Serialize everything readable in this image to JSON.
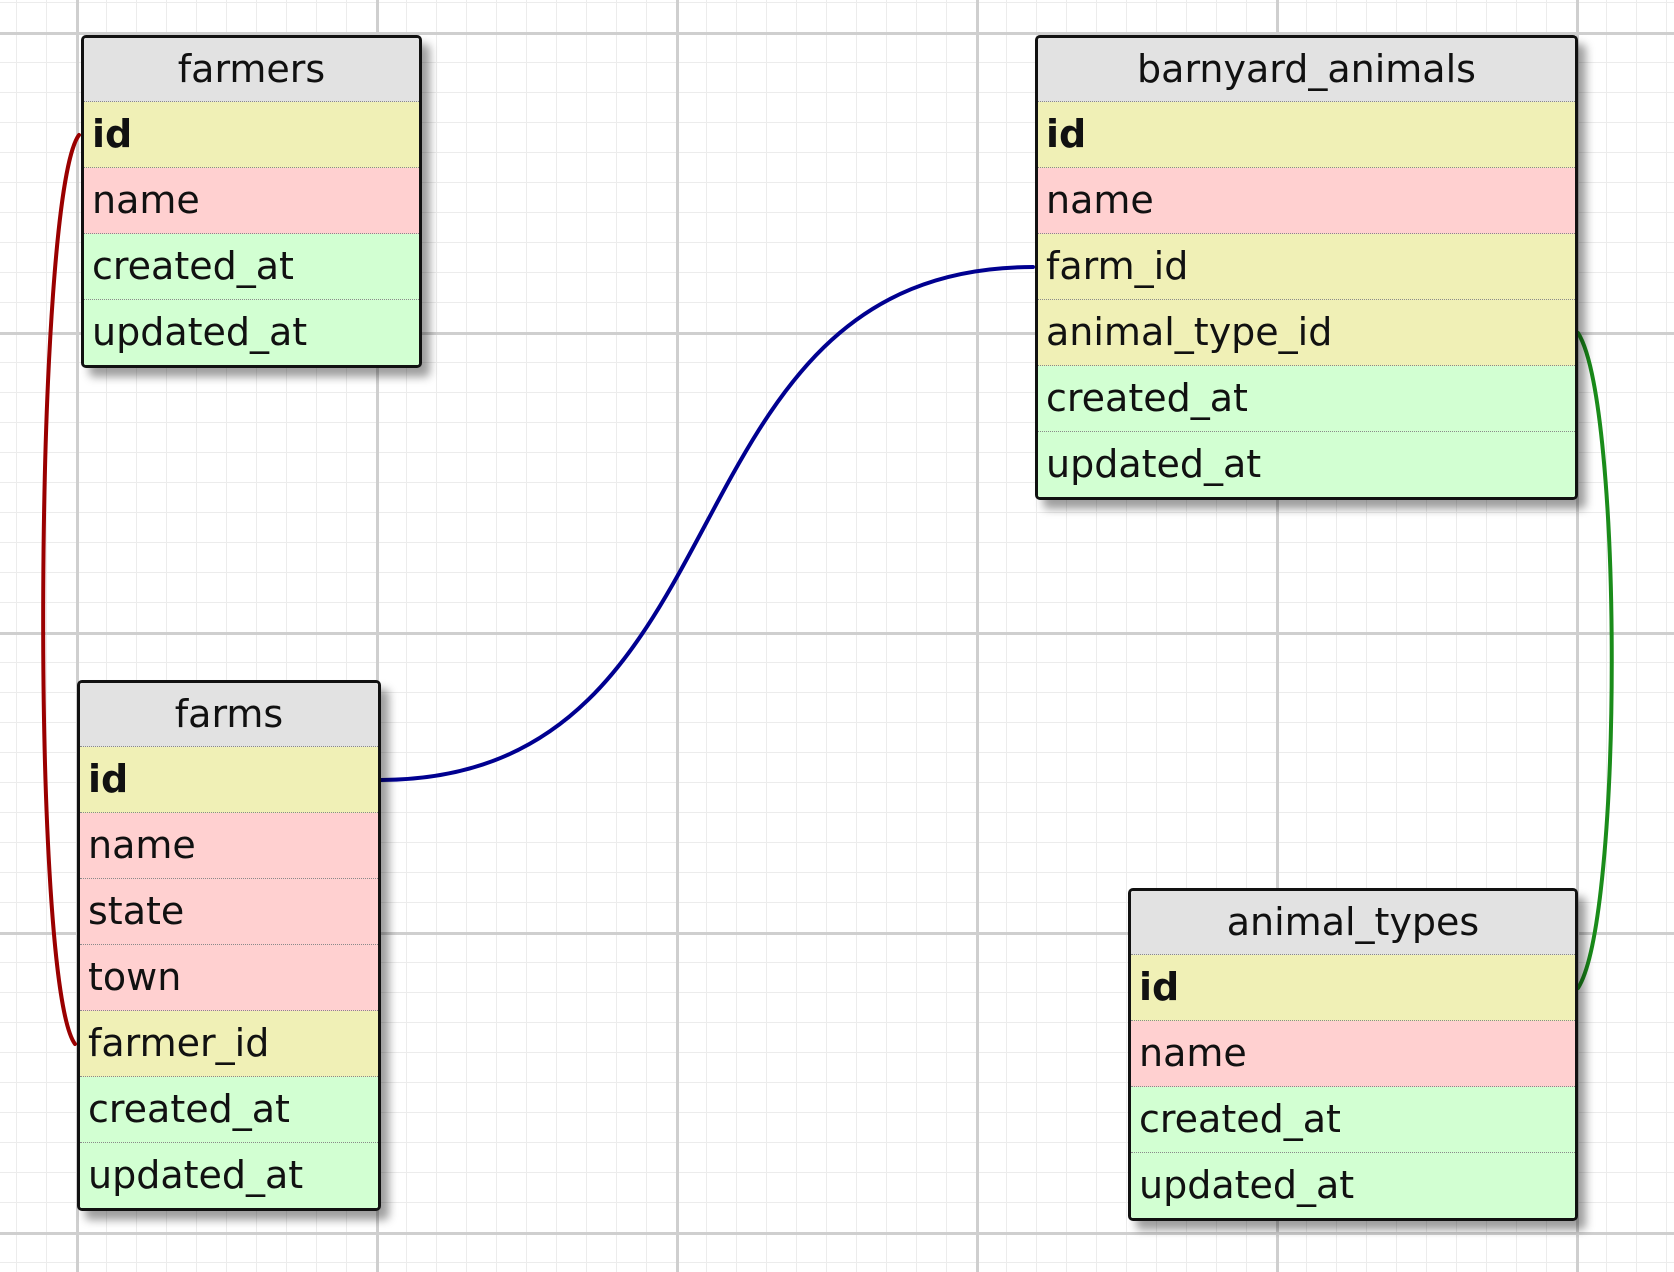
{
  "colors": {
    "pk": "#f0f0b6",
    "fk": "#f0f0b6",
    "field": "#ffd0d0",
    "timestamp": "#d2ffd2",
    "link_farmers_farms": "#9a0000",
    "link_farms_barnyard": "#000090",
    "link_barnyard_types": "#1a8c1a"
  },
  "tables": [
    {
      "key": "farmers",
      "title": "farmers",
      "columns": [
        {
          "name": "id",
          "kind": "pk"
        },
        {
          "name": "name",
          "kind": "field"
        },
        {
          "name": "created_at",
          "kind": "timestamp"
        },
        {
          "name": "updated_at",
          "kind": "timestamp"
        }
      ]
    },
    {
      "key": "barnyard_animals",
      "title": "barnyard_animals",
      "columns": [
        {
          "name": "id",
          "kind": "pk"
        },
        {
          "name": "name",
          "kind": "field"
        },
        {
          "name": "farm_id",
          "kind": "fk"
        },
        {
          "name": "animal_type_id",
          "kind": "fk"
        },
        {
          "name": "created_at",
          "kind": "timestamp"
        },
        {
          "name": "updated_at",
          "kind": "timestamp"
        }
      ]
    },
    {
      "key": "farms",
      "title": "farms",
      "columns": [
        {
          "name": "id",
          "kind": "pk"
        },
        {
          "name": "name",
          "kind": "field"
        },
        {
          "name": "state",
          "kind": "field"
        },
        {
          "name": "town",
          "kind": "field"
        },
        {
          "name": "farmer_id",
          "kind": "fk"
        },
        {
          "name": "created_at",
          "kind": "timestamp"
        },
        {
          "name": "updated_at",
          "kind": "timestamp"
        }
      ]
    },
    {
      "key": "animal_types",
      "title": "animal_types",
      "columns": [
        {
          "name": "id",
          "kind": "pk"
        },
        {
          "name": "name",
          "kind": "field"
        },
        {
          "name": "created_at",
          "kind": "timestamp"
        },
        {
          "name": "updated_at",
          "kind": "timestamp"
        }
      ]
    }
  ],
  "relations": [
    {
      "from_table": "farmers",
      "from_column": "id",
      "to_table": "farms",
      "to_column": "farmer_id",
      "color_key": "link_farmers_farms"
    },
    {
      "from_table": "farms",
      "from_column": "id",
      "to_table": "barnyard_animals",
      "to_column": "farm_id",
      "color_key": "link_farms_barnyard"
    },
    {
      "from_table": "barnyard_animals",
      "from_column": "animal_type_id",
      "to_table": "animal_types",
      "to_column": "id",
      "color_key": "link_barnyard_types"
    }
  ]
}
